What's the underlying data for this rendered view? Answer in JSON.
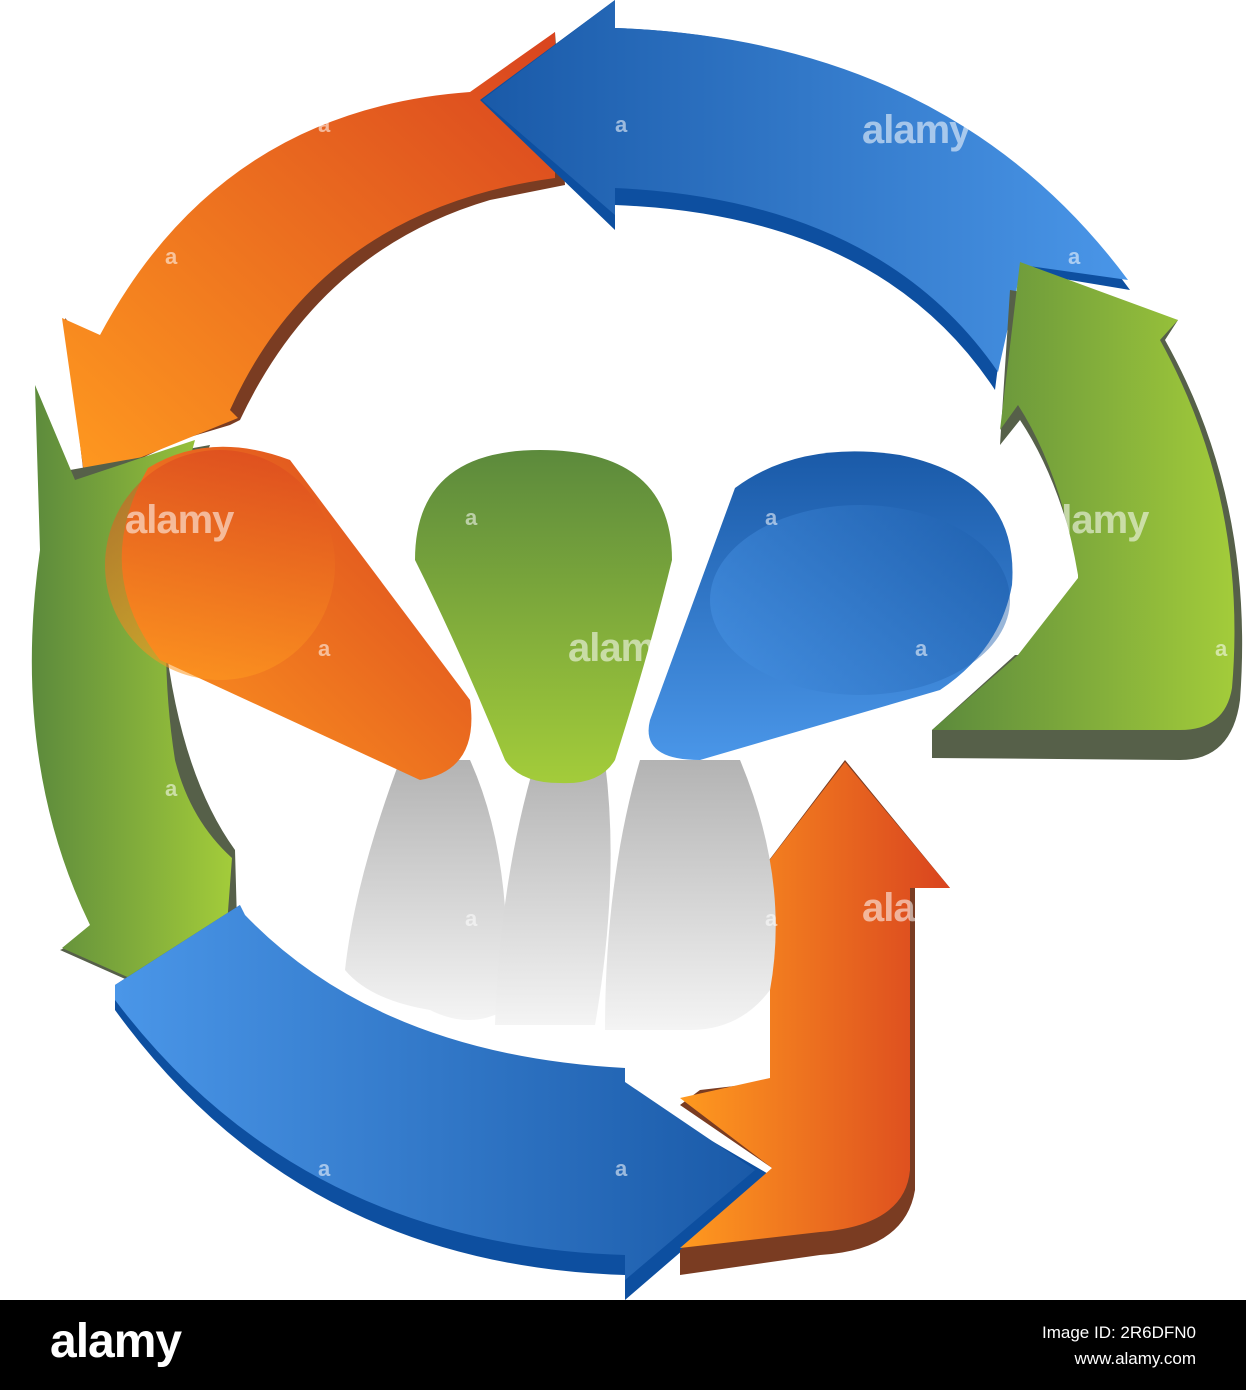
{
  "colors": {
    "orange_light": "#ff9a1f",
    "orange_dark": "#d9441f",
    "orange_side": "#7a3c22",
    "blue_light": "#4a96e8",
    "blue_dark": "#1a5aa8",
    "blue_side": "#0d4fa0",
    "green_light": "#a3cc3a",
    "green_dark": "#5c8a3c",
    "green_side": "#566049",
    "gray_light": "#f4f4f4",
    "gray_dark": "#b3b3b3",
    "footer_bg": "#000000"
  },
  "watermark": {
    "word": "alamy",
    "mark": "a"
  },
  "footer": {
    "logo": "alamy",
    "image_id": "Image ID: 2R6DFN0",
    "site": "www.alamy.com"
  }
}
